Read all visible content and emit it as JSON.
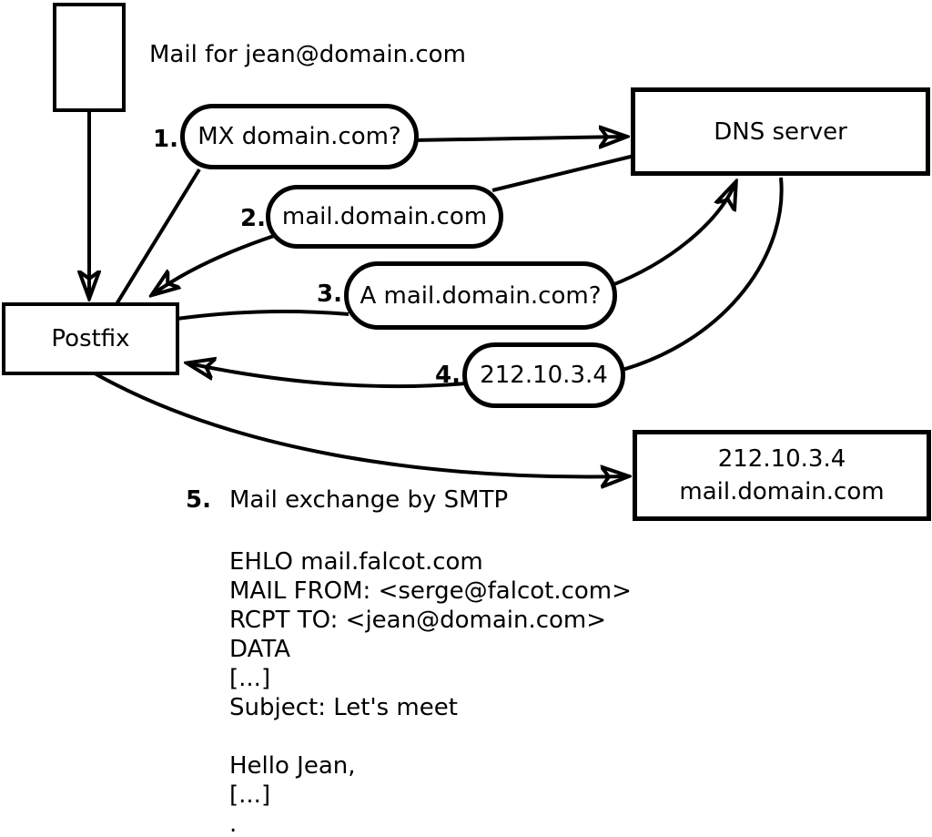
{
  "nodes": {
    "mail_note": "Mail for jean@domain.com",
    "postfix": "Postfix",
    "dns_server": "DNS server",
    "mail_server_line1": "212.10.3.4",
    "mail_server_line2": "mail.domain.com"
  },
  "steps": [
    {
      "number": "1.",
      "label": "MX domain.com?"
    },
    {
      "number": "2.",
      "label": "mail.domain.com"
    },
    {
      "number": "3.",
      "label": "A mail.domain.com?"
    },
    {
      "number": "4.",
      "label": "212.10.3.4"
    },
    {
      "number": "5.",
      "label": "Mail exchange by SMTP"
    }
  ],
  "smtp_session": "EHLO mail.falcot.com\nMAIL FROM: <serge@falcot.com>\nRCPT TO: <jean@domain.com>\nDATA\n[...]\nSubject: Let's meet\n\nHello Jean,\n[...]\n.",
  "colors": {
    "line": "#000000",
    "background": "#ffffff"
  }
}
